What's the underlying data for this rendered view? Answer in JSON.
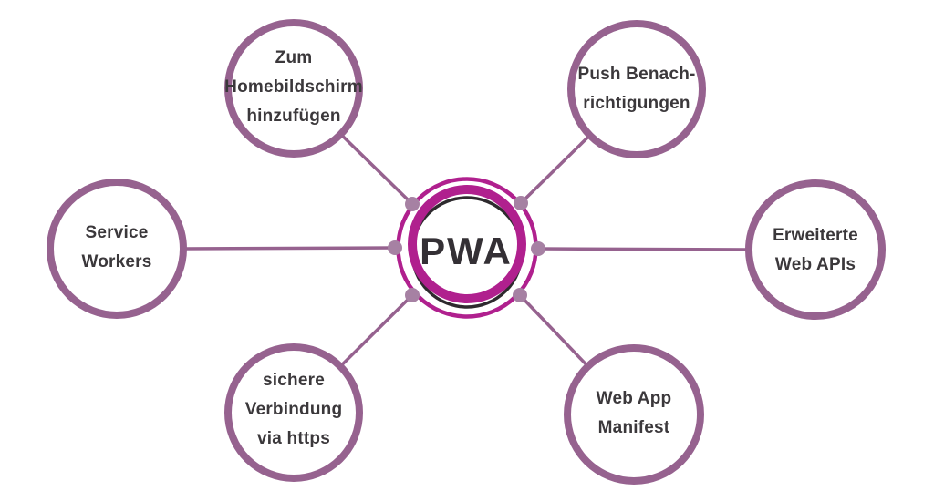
{
  "colors": {
    "node_ring": "#96628f",
    "connector": "#96628f",
    "connector_dot": "#a681a3",
    "center_ring": "#b0208e",
    "center_accent_ring": "#2e2a2e",
    "center_text": "#343035",
    "node_text": "#3b383b",
    "background": "#ffffff"
  },
  "center": {
    "label": "PWA"
  },
  "nodes": [
    {
      "id": "add-to-homescreen",
      "lines": [
        "Zum",
        "Homebildschirm",
        "hinzufügen"
      ]
    },
    {
      "id": "push-notifications",
      "lines": [
        "Push Benach-",
        "richtigungen"
      ]
    },
    {
      "id": "service-workers",
      "lines": [
        "Service",
        "Workers"
      ]
    },
    {
      "id": "web-apis",
      "lines": [
        "Erweiterte",
        "Web APIs"
      ]
    },
    {
      "id": "secure-https",
      "lines": [
        "sichere",
        "Verbindung",
        "via https"
      ]
    },
    {
      "id": "web-app-manifest",
      "lines": [
        "Web App",
        "Manifest"
      ]
    }
  ]
}
